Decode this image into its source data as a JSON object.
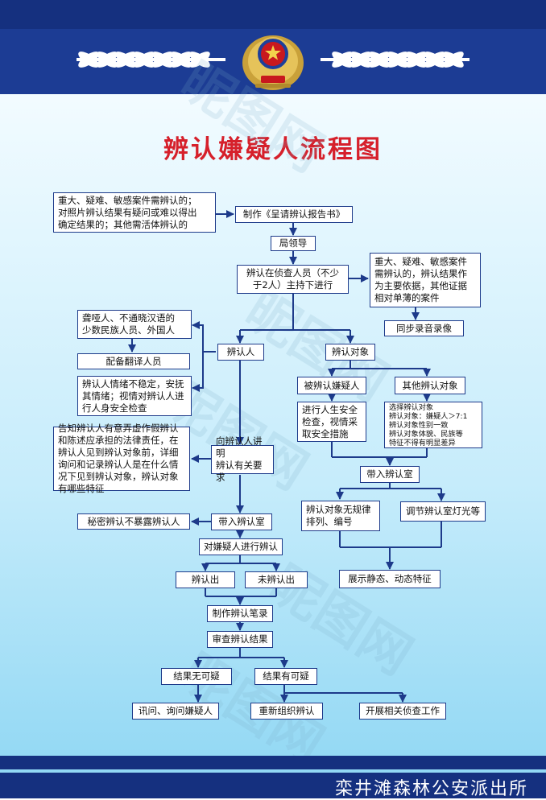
{
  "title": "辨认嫌疑人流程图",
  "footer": "栾井滩森林公安派出所",
  "watermark": "昵图网",
  "colors": {
    "band": "#15307f",
    "title": "#d6202b",
    "line": "#1d3a8a"
  },
  "boxes": {
    "cond": "重大、疑难、敏感案件需辨认的；\n对照片辨认结果有疑问或难以得出\n确定结果的；其他需活体辨认的",
    "report": "制作《呈请辨认报告书》",
    "leader": "局领导",
    "conduct": "辨认在侦查人员（不少\n于2人）主持下进行",
    "major": "重大、疑难、敏感案件\n需辨认的，辨认结果作\n为主要依据，其他证据\n相对单薄的案件",
    "record": "同步录音录像",
    "deaf": "聋哑人、不通晓汉语的\n少数民族人员、外国人",
    "translator": "配备翻译人员",
    "emotion": "辨认人情绪不稳定，安抚\n其情绪；视情对辨认人进\n行人身安全检查",
    "identifier": "辨认人",
    "target": "辨认对象",
    "inform": "告知辨认人有意弄虚作假辨认\n和陈述应承担的法律责任，在\n辨认人见到辨认对象前，详细\n询问和记录辨认人是在什么情\n况下见到辨认对象，辨认对象\n有哪些特征",
    "explain": "向辨认人讲明\n辨认有关要求",
    "suspect": "被辨认嫌疑人",
    "other": "其他辨认对象",
    "safety": "进行人生安全\n检查，视情采\n取安全措施",
    "select": "选择辨认对象\n辨认对象：嫌疑人＞7:1\n辨认对象性别一致\n辨认对象体貌、民族等\n特征不得有明显差异",
    "room_right": "带入辨认室",
    "arrange": "辨认对象无规律\n排列、编号",
    "light": "调节辨认室灯光等",
    "show": "展示静态、动态特征",
    "secret": "秘密辨认不暴露辨认人",
    "room_left": "带入辨认室",
    "perform": "对嫌疑人进行辨认",
    "recognized": "辨认出",
    "not_recognized": "未辨认出",
    "notes": "制作辨认笔录",
    "review": "审查辨认结果",
    "no_doubt": "结果无可疑",
    "doubt": "结果有可疑",
    "interrogate": "讯问、询问嫌疑人",
    "reorganize": "重新组织辨认",
    "investigate": "开展相关侦查工作"
  }
}
